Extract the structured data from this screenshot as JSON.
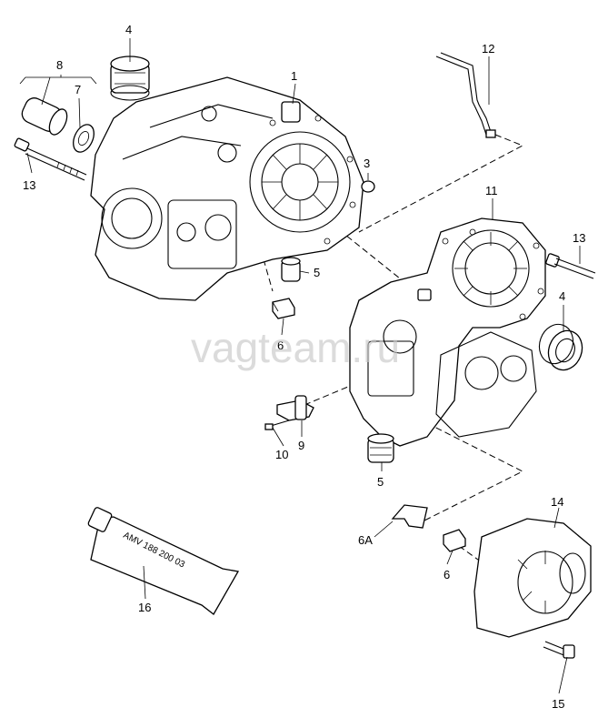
{
  "watermark": "vagteam.ru",
  "tube_label": "AMV  188 200 03",
  "callouts": {
    "c1": "1",
    "c3": "3",
    "c4a": "4",
    "c4b": "4",
    "c5a": "5",
    "c5b": "5",
    "c6a": "6",
    "c6b": "6",
    "c6A": "6A",
    "c7": "7",
    "c8": "8",
    "c9": "9",
    "c10": "10",
    "c11": "11",
    "c12": "12",
    "c13a": "13",
    "c13b": "13",
    "c14": "14",
    "c15": "15",
    "c16": "16"
  }
}
